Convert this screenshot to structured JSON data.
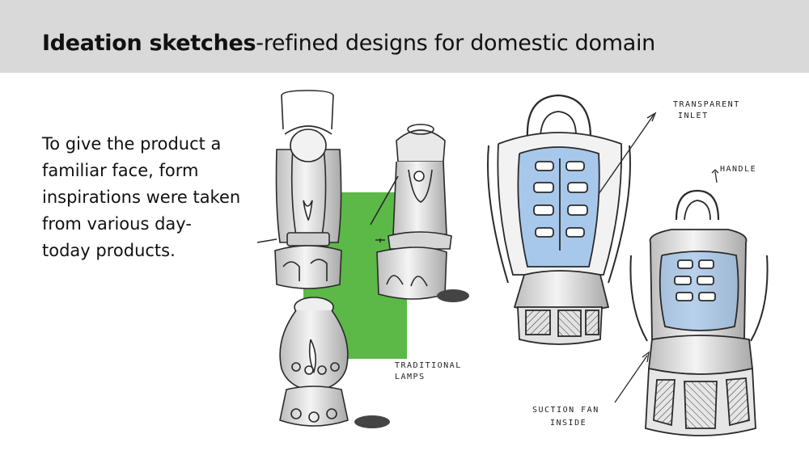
{
  "slide": {
    "title_bold": "Ideation sketches",
    "title_rest": "-refined designs for domestic domain",
    "body_text": "To give the product a familiar face, form inspirations were taken from various day- today products."
  },
  "sketch": {
    "annotations": {
      "transparent_inlet_line1": "TRANSPARENT",
      "transparent_inlet_line2": "INLET",
      "handle": "HANDLE",
      "traditional_lamps_line1": "TRADITIONAL",
      "traditional_lamps_line2": "LAMPS",
      "suction_fan_line1": "SUCTION FAN",
      "suction_fan_line2": "INSIDE"
    },
    "colors": {
      "highlight_green": "#5cb847",
      "inlet_blue": "#8fb9e8",
      "ink": "#2a2a2a"
    }
  }
}
